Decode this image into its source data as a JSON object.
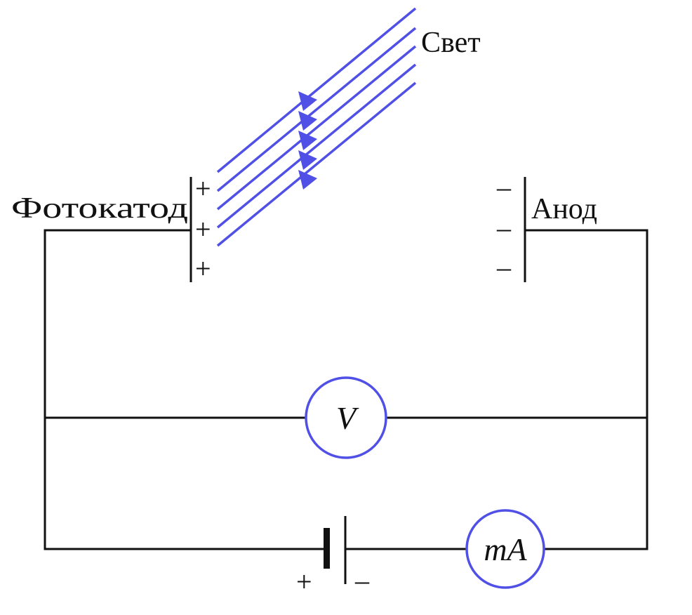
{
  "labels": {
    "light": "Свет",
    "photocathode": "Фотокатод",
    "anode": "Анод"
  },
  "signs": {
    "plus": "+",
    "minus": "–"
  },
  "meters": {
    "voltmeter": "V",
    "milliammeter": "mA"
  },
  "colors": {
    "light_rays": "#5050e6",
    "meter_ring": "#5050e6",
    "wire": "#111111"
  }
}
